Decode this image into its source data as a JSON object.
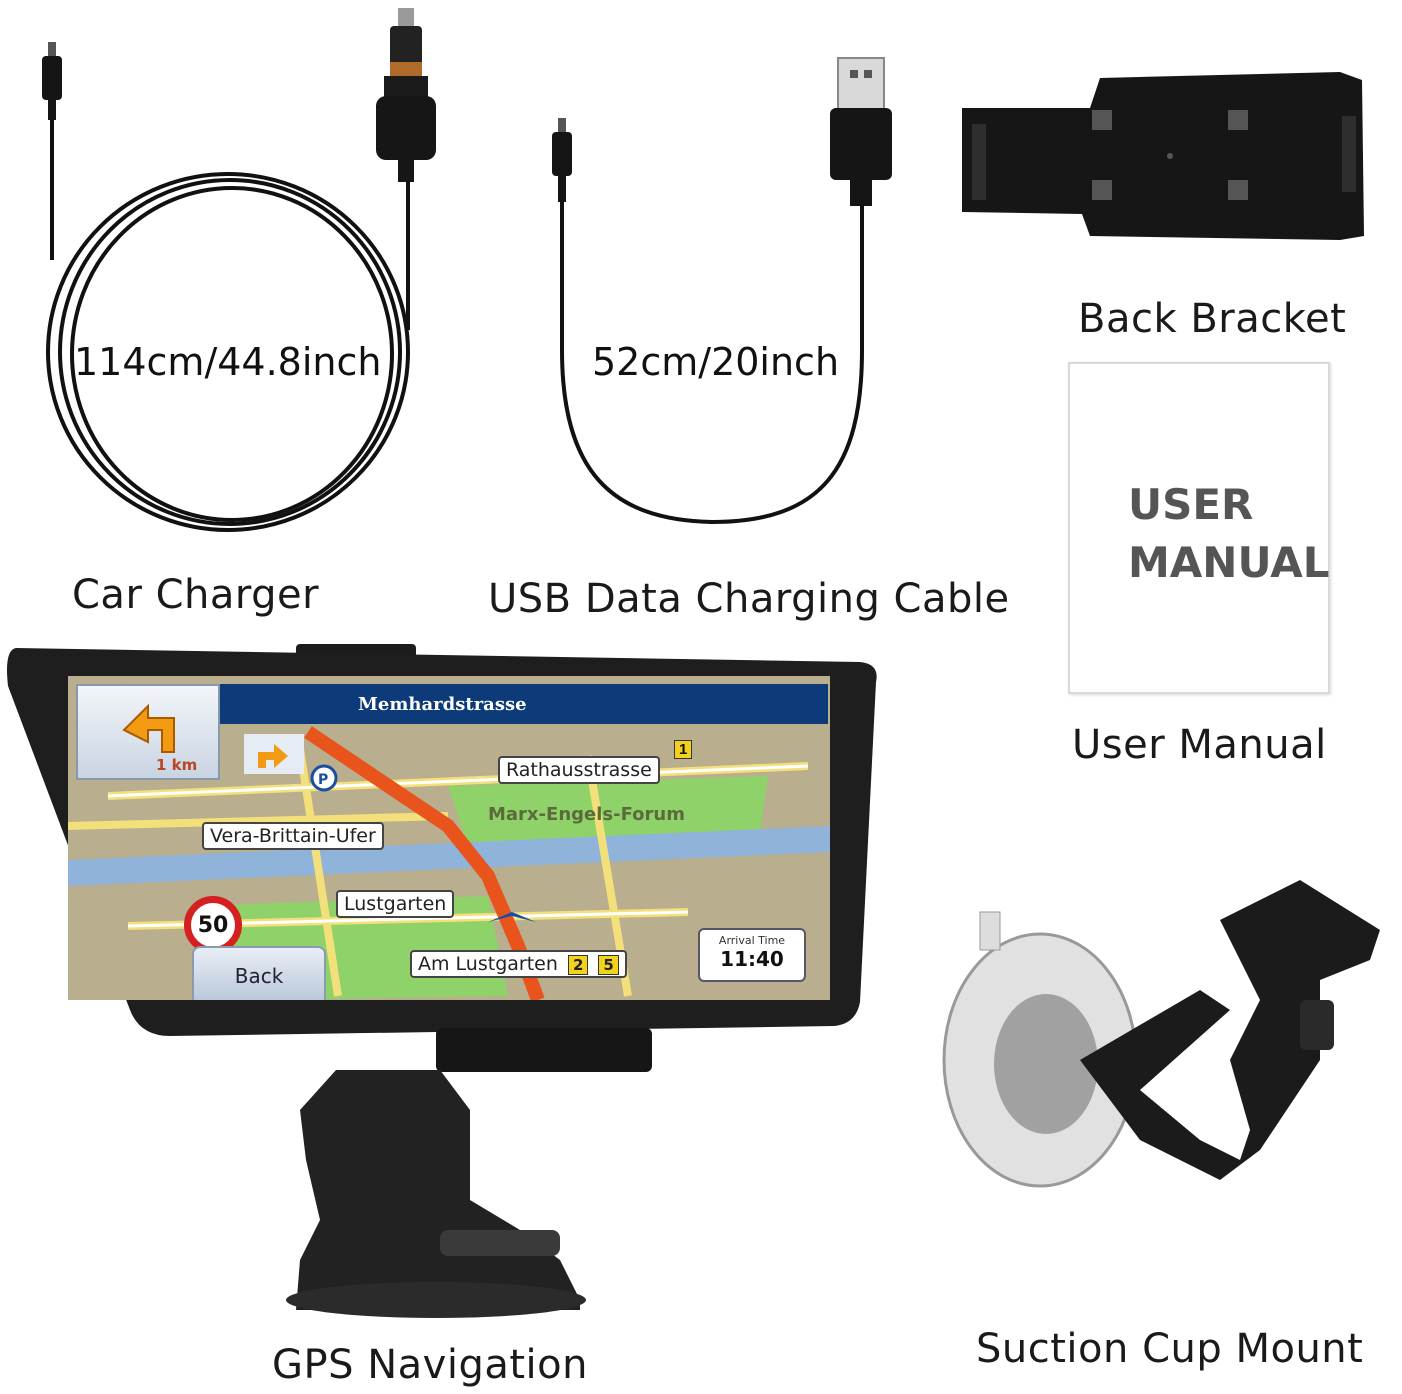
{
  "captions": {
    "car_charger": "Car Charger",
    "usb_cable": "USB Data Charging Cable",
    "back_bracket": "Back Bracket",
    "user_manual": "User Manual",
    "gps_navigation": "GPS Navigation",
    "suction_cup": "Suction Cup Mount"
  },
  "lengths": {
    "car_charger": "114cm/44.8inch",
    "usb_cable": "52cm/20inch"
  },
  "manual": {
    "title": "USER\nMANUAL"
  },
  "screen": {
    "street": "Memhardstrasse",
    "turn_distance": "1 km",
    "badge_top": "1",
    "labels": {
      "rathaus": "Rathausstrasse",
      "vera": "Vera-Brittain-Ufer",
      "marx": "Marx-Engels-Forum",
      "lustgarten": "Lustgarten",
      "am_lustgarten": "Am Lustgarten"
    },
    "badges": [
      "2",
      "5"
    ],
    "speed_limit": "50",
    "back_label": "Back",
    "arrival_label": "Arrival Time",
    "arrival_time": "11:40"
  },
  "colors": {
    "device": "#1e1e1e",
    "route": "#e8541c",
    "map_land": "#b9ae8e",
    "park": "#8fd26a",
    "water": "#8fb3d9",
    "topbar": "#0d3b7a"
  },
  "icons": [
    "mini-usb-plug-icon",
    "car-plug-icon",
    "usb-a-plug-icon",
    "turn-arrow-icon",
    "parking-icon",
    "position-arrow-icon"
  ]
}
